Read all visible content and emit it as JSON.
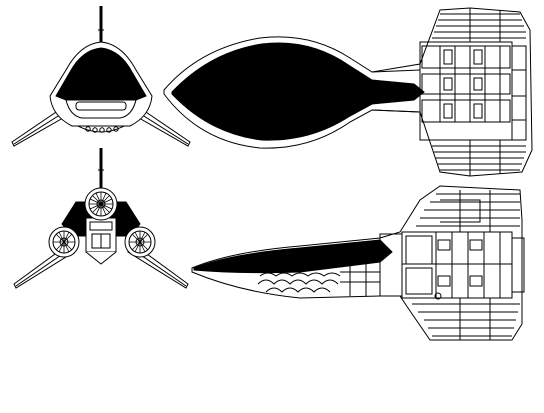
{
  "colors": {
    "background": "#ffffff",
    "ink": "#000000",
    "fill": "#000000"
  },
  "views": [
    {
      "id": "front",
      "label": ""
    },
    {
      "id": "top",
      "label": ""
    },
    {
      "id": "rear",
      "label": ""
    },
    {
      "id": "side",
      "label": ""
    }
  ]
}
